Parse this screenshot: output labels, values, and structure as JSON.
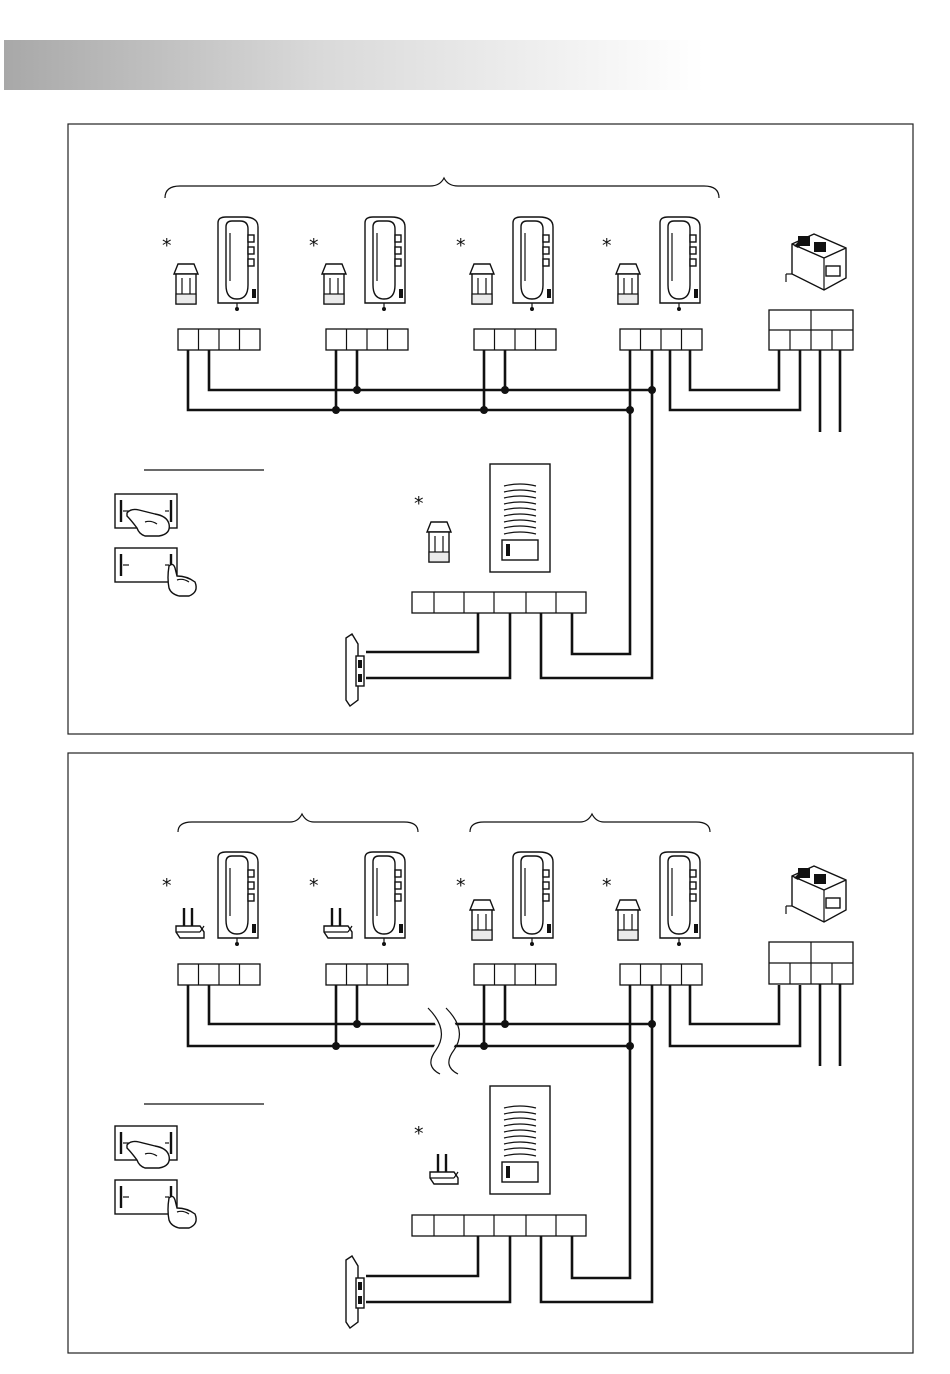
{
  "page": {
    "background": "#ffffff",
    "header_bar_colors": [
      "#a8a8a8",
      "#ffffff"
    ]
  },
  "diagrams": [
    {
      "panel": "installation-top",
      "handsets": 4,
      "configuration_markers": [
        "*",
        "*",
        "*",
        "*"
      ],
      "panel_marker": "*",
      "configuration_part": "jumper-cap",
      "brackets": 1
    },
    {
      "panel": "installation-bottom",
      "handsets": 4,
      "configuration_markers": [
        "*",
        "*",
        "*",
        "*"
      ],
      "panel_marker": "*",
      "configuration_part": [
        "pin-jumper",
        "pin-jumper",
        "jumper-cap",
        "jumper-cap"
      ],
      "brackets": 2,
      "wire_break": true
    }
  ],
  "icons": {
    "handset": "intercom-handset-icon",
    "power_supply": "din-rail-power-supply-icon",
    "door_panel": "door-entry-panel-icon",
    "door_lock": "electric-door-lock-icon",
    "press_button": "finger-press-button-icon"
  }
}
